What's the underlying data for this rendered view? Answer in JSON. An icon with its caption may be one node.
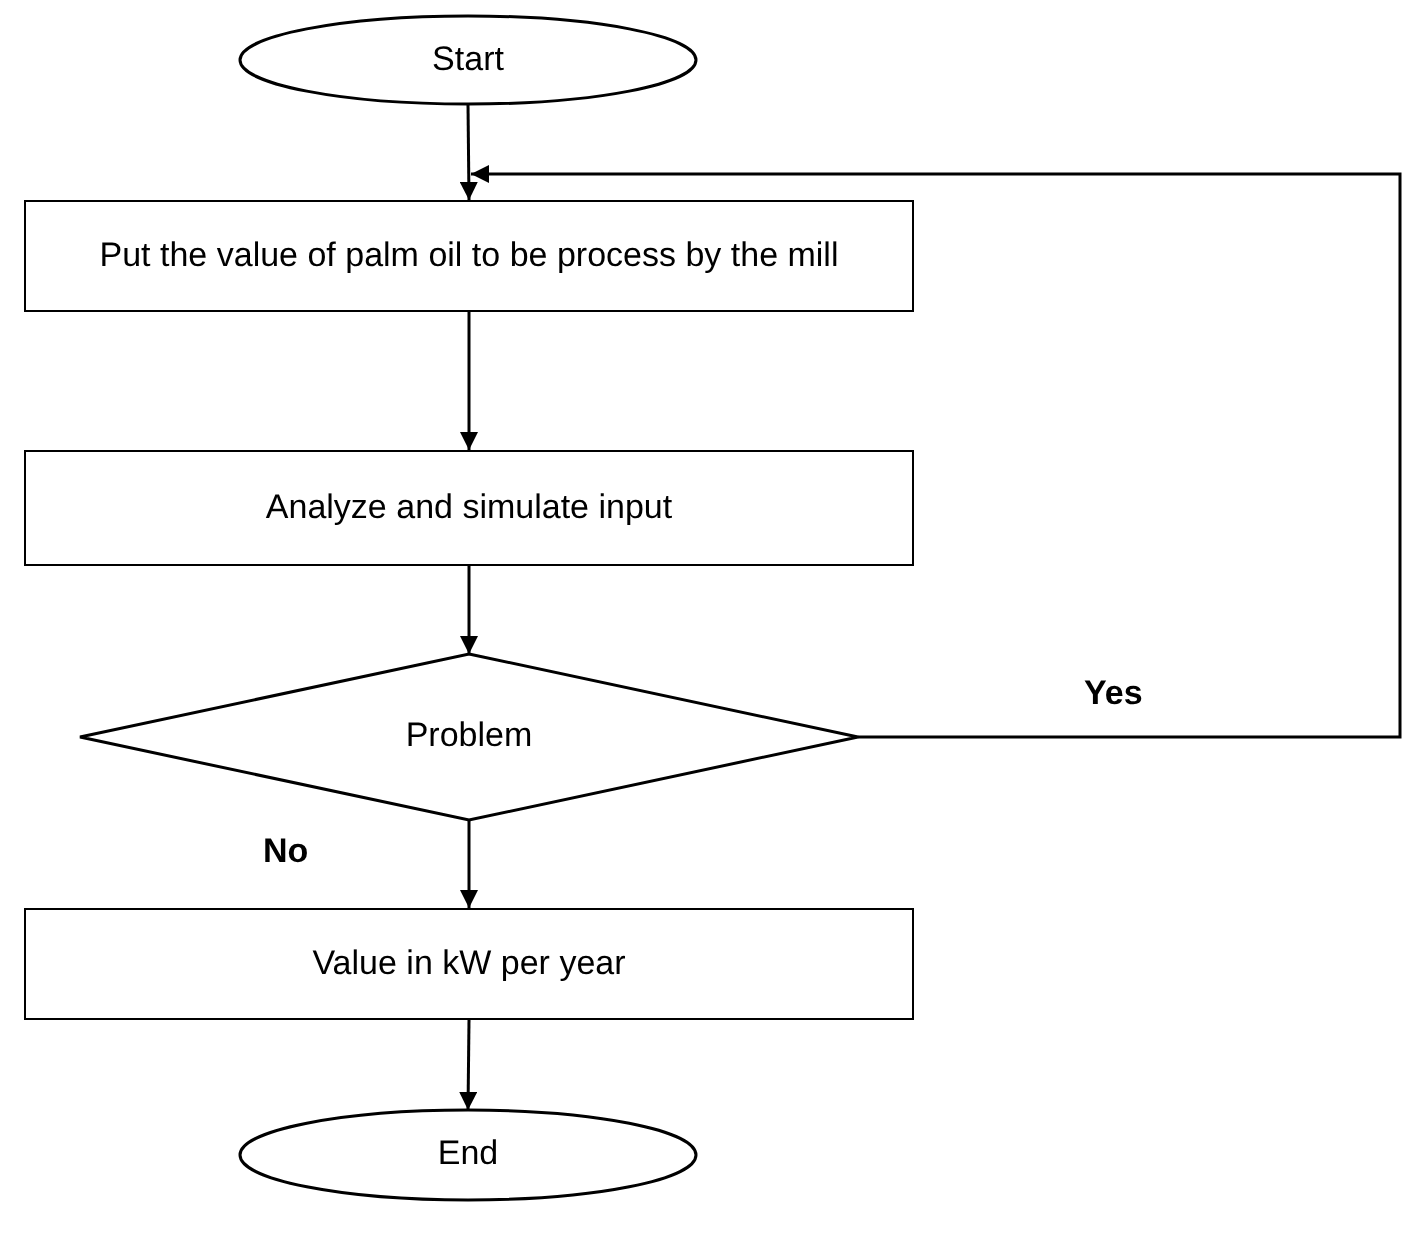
{
  "diagram": {
    "nodes": [
      {
        "text": [
          "Start"
        ]
      },
      {
        "text": [
          "Put the value of palm oil to be process by the mill"
        ]
      },
      {
        "text": [
          "Analyze and simulate input"
        ]
      },
      {
        "text": [
          "Problem"
        ]
      },
      {
        "text": [
          "Value in kW per year"
        ]
      },
      {
        "text": [
          "End"
        ]
      }
    ],
    "edges": [
      {
        "from": 0,
        "to": 1,
        "arrow": "to"
      },
      {
        "from": 1,
        "to": 2,
        "arrow": "to"
      },
      {
        "from": 2,
        "to": 3,
        "arrow": "to"
      },
      {
        "from": 3,
        "to": 4,
        "arrow": "to",
        "label": "No"
      },
      {
        "from": 4,
        "to": 5,
        "arrow": "to"
      },
      {
        "from": 3,
        "to": 1,
        "arrow": "to",
        "label": "Yes"
      }
    ]
  }
}
